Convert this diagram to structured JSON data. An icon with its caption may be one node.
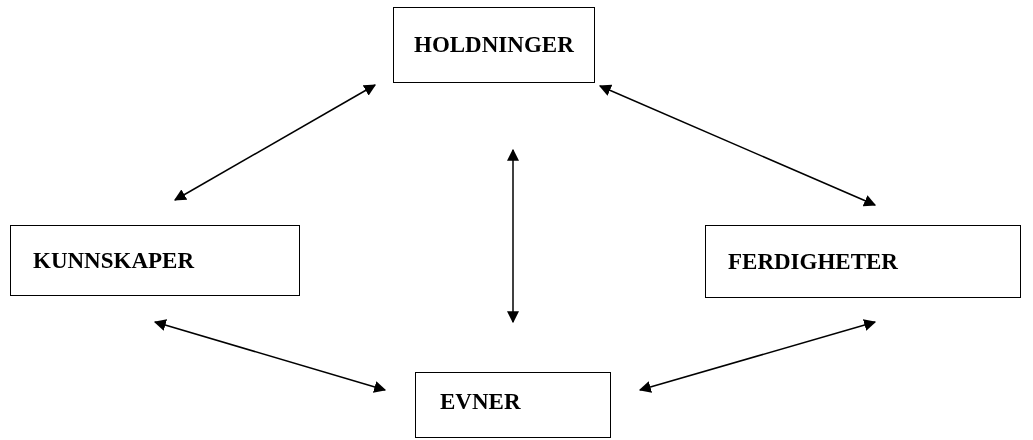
{
  "diagram": {
    "nodes": [
      {
        "text": [
          "HOLDNINGER"
        ]
      },
      {
        "text": [
          "KUNNSKAPER"
        ]
      },
      {
        "text": [
          "FERDIGHETER"
        ]
      },
      {
        "text": [
          "EVNER"
        ]
      }
    ],
    "edges": [
      {
        "from": 0,
        "to": 1,
        "arrow": "both"
      },
      {
        "from": 0,
        "to": 2,
        "arrow": "both"
      },
      {
        "from": 0,
        "to": 3,
        "arrow": "both"
      },
      {
        "from": 1,
        "to": 3,
        "arrow": "both"
      },
      {
        "from": 2,
        "to": 3,
        "arrow": "both"
      }
    ]
  }
}
